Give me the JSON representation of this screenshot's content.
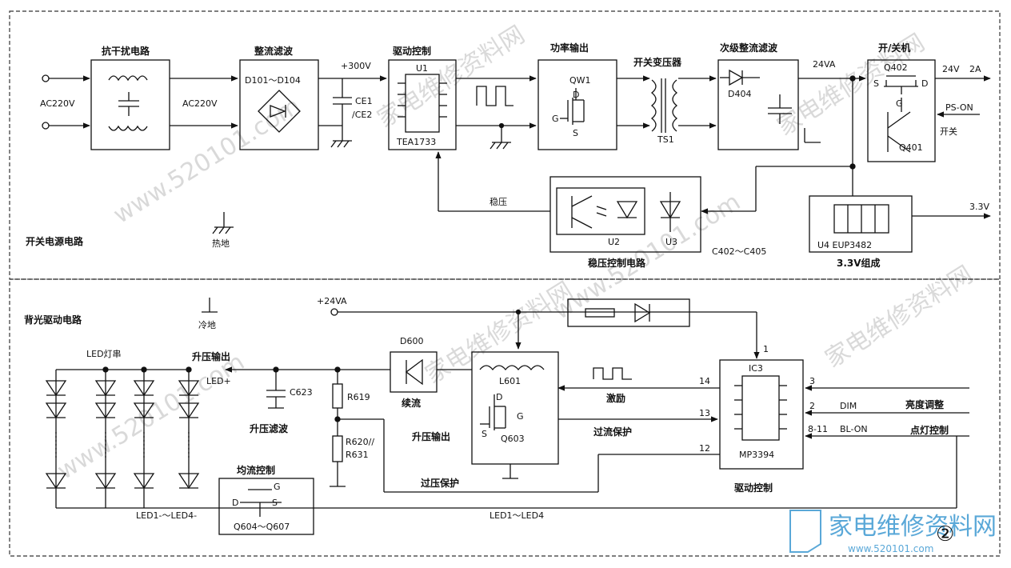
{
  "sections": {
    "top": "开关电源电路",
    "bottom": "背光驱动电路",
    "hot_ground": "热地",
    "cold_ground": "冷地"
  },
  "top": {
    "input_label": "AC220V",
    "emi_title": "抗干扰电路",
    "ac_mid": "AC220V",
    "rect_title": "整流滤波",
    "rect_part": "D101～D104",
    "v300": "+300V",
    "ce1": "CE1",
    "ce2": "/CE2",
    "drv_title": "驱动控制",
    "u1": "U1",
    "tea": "TEA1733",
    "pwr_title": "功率输出",
    "qw1": "QW1",
    "pin_d": "D",
    "pin_g": "G",
    "pin_s": "S",
    "xfmr_title": "开关变压器",
    "ts1": "TS1",
    "sec_title": "次级整流滤波",
    "d404": "D404",
    "v24va": "24VA",
    "sw_title": "开/关机",
    "q402": "Q402",
    "q401": "Q401",
    "out24": "24V",
    "out2a": "2A",
    "ps_on": "PS-ON",
    "kaiguan": "开关",
    "wenya": "稳压",
    "u2": "U2",
    "u3": "U3",
    "reg_title": "稳压控制电路",
    "c402": "C402～C405",
    "u4": "U4 EUP3482",
    "v33": "3.3V",
    "v33_title": "3.3V组成"
  },
  "bottom": {
    "v24va": "+24VA",
    "led_string": "LED灯串",
    "boost_out": "升压输出",
    "led_plus": "LED+",
    "c623": "C623",
    "boost_filter": "升压滤波",
    "r619": "R619",
    "r620": "R620//",
    "r631": "R631",
    "d600": "D600",
    "freewheel": "续流",
    "l601": "L601",
    "pin_d": "D",
    "pin_g": "G",
    "pin_s": "S",
    "q603": "Q603",
    "boost_output": "升压输出",
    "excite": "激励",
    "ocp": "过流保护",
    "ovp": "过压保护",
    "ic3": "IC3",
    "mp": "MP3394",
    "drv_ctrl": "驱动控制",
    "pin1": "1",
    "pin14": "14",
    "pin13": "13",
    "pin12": "12",
    "pin3": "3",
    "pin2": "2",
    "pin8_11": "8-11",
    "dim": "DIM",
    "bl_on": "BL-ON",
    "brightness": "亮度调整",
    "light_ctrl": "点灯控制",
    "current_balance": "均流控制",
    "q604": "Q604～Q607",
    "led1_led4_left": "LED1-～LED4-",
    "led1_led4": "LED1～LED4"
  },
  "watermark": {
    "site": "www.520101.com",
    "cn": "家电维修资料网",
    "logo_cn": "家电维修资料网",
    "logo_url": "www.520101.com",
    "page_num": "②"
  }
}
